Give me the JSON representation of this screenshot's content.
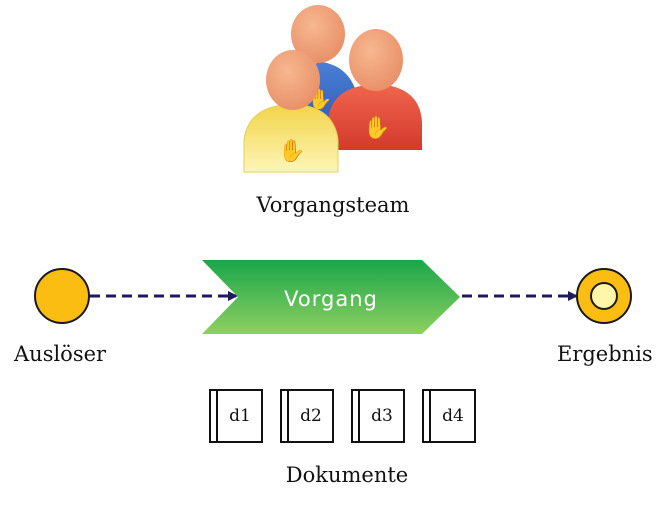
{
  "team": {
    "label": "Vorgangsteam"
  },
  "process": {
    "label": "Vorgang"
  },
  "trigger": {
    "label": "Auslöser"
  },
  "result": {
    "label": "Ergebnis"
  },
  "documents": {
    "label": "Dokumente",
    "items": [
      "d1",
      "d2",
      "d3",
      "d4"
    ]
  },
  "colors": {
    "process_top": "#1aa64a",
    "process_bottom": "#8ed060",
    "trigger_fill": "#fbbd12",
    "result_inner": "#fff6a8",
    "arrow": "#1f1a5c",
    "person_yellow": "#f7e36a",
    "person_blue": "#3a68c2",
    "person_red": "#e2483a",
    "skin": "#f0a07a"
  }
}
